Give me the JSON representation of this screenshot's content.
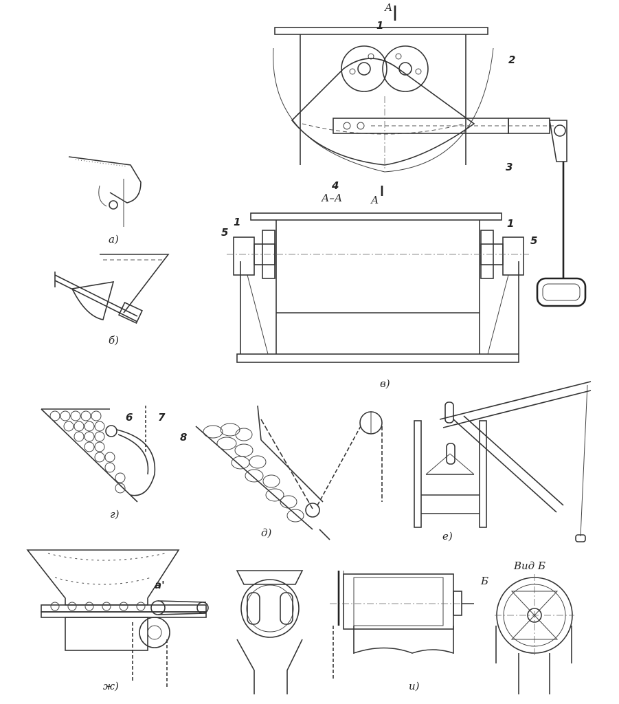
{
  "labels": {
    "a": "а)",
    "b": "б)",
    "v": "в)",
    "g": "г)",
    "d": "д)",
    "e": "е)",
    "zh": "ж)",
    "i": "и)"
  },
  "section_labels": {
    "aa": "А–А",
    "a_top": "А",
    "a_bottom": "А",
    "view_b": "Вид Б",
    "b_arrow": "Б"
  },
  "numbers": {
    "n1_top": "1",
    "n2": "2",
    "n3": "3",
    "n4": "4",
    "n1_left": "1",
    "n5_left": "5",
    "n1_right": "1",
    "n5_right": "5",
    "n6": "6",
    "n7": "7",
    "n8": "8",
    "a1": "а'"
  }
}
